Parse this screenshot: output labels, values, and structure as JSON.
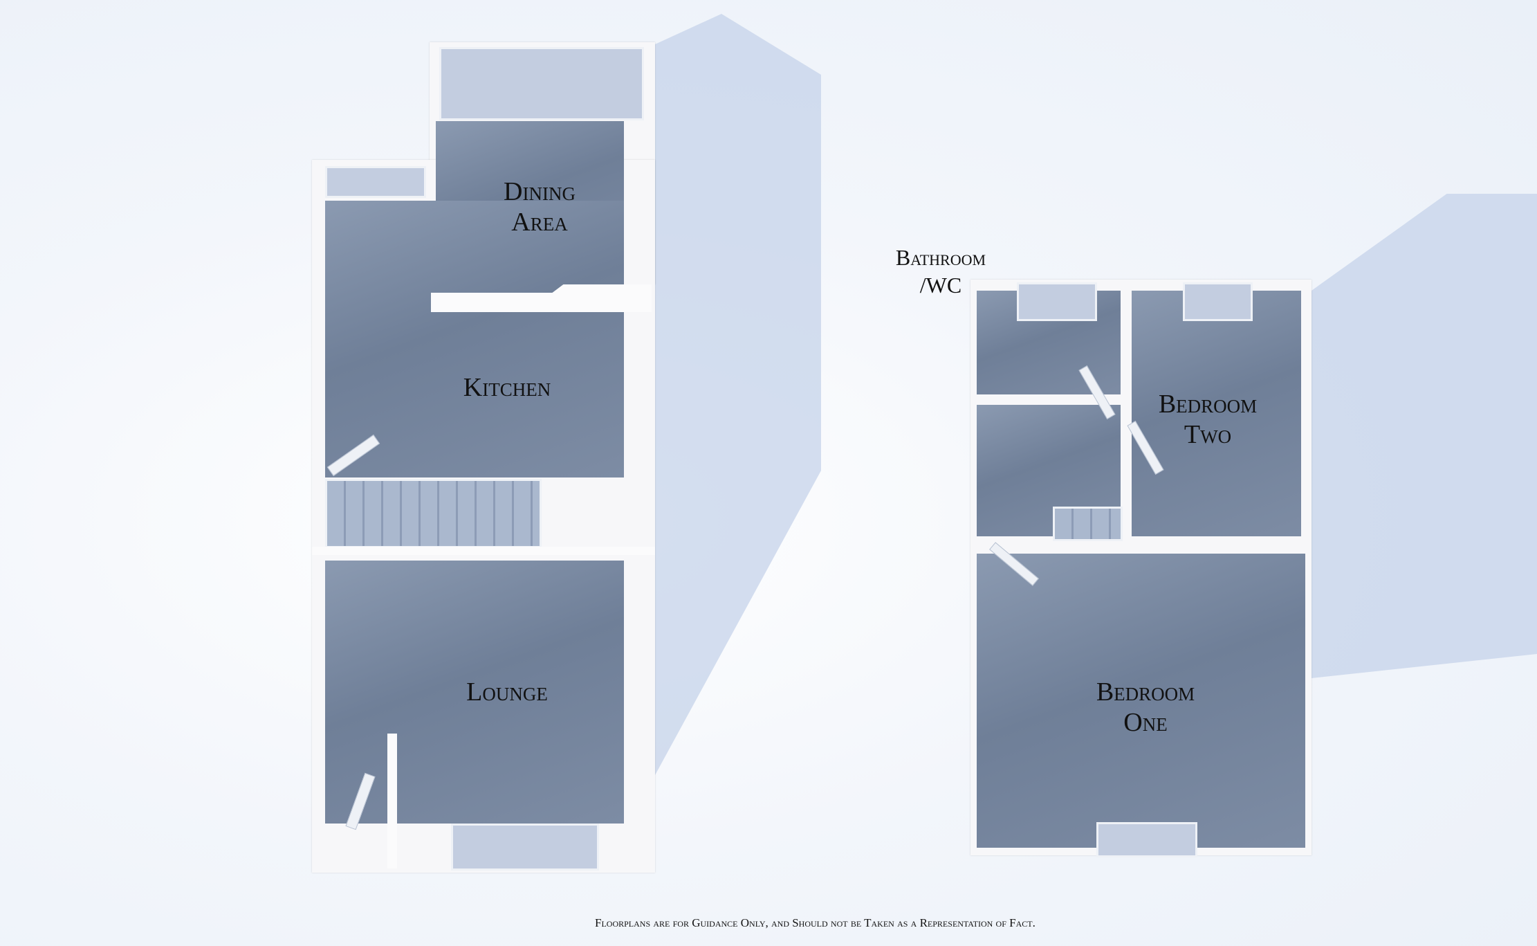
{
  "ground_floor": {
    "rooms": {
      "dining_line1": "Dining",
      "dining_line2": "Area",
      "kitchen": "Kitchen",
      "lounge": "Lounge"
    }
  },
  "first_floor": {
    "rooms": {
      "bathroom_line1": "Bathroom",
      "bathroom_line2": "/WC",
      "bedroom_two_line1": "Bedroom",
      "bedroom_two_line2": "Two",
      "bedroom_one_line1": "Bedroom",
      "bedroom_one_line2": "One"
    }
  },
  "footer": {
    "disclaimer": "Floorplans are for Guidance Only, and Should not be Taken as a Representation of Fact."
  },
  "colors": {
    "floor": "#7d8ca4",
    "wall": "#f7f7f9",
    "shadow": "#c6d3ea"
  }
}
